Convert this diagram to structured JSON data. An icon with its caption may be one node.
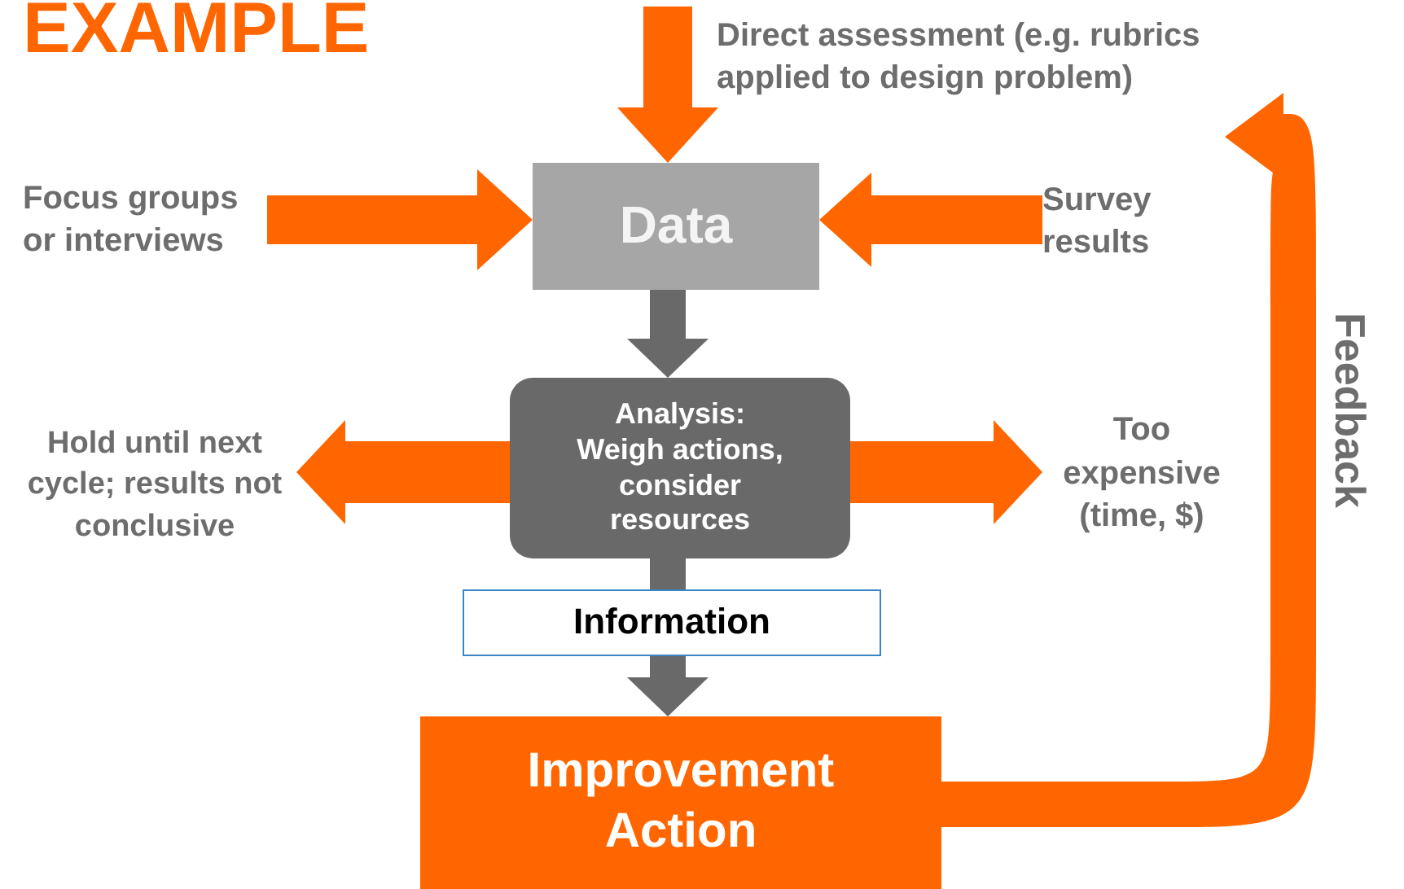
{
  "diagram": {
    "title": "EXAMPLE",
    "nodes": [
      {
        "text": [
          "Direct assessment (e.g. rubrics applied to design problem)"
        ]
      },
      {
        "text": [
          "Focus groups or interviews"
        ]
      },
      {
        "text": [
          "Data"
        ]
      },
      {
        "text": [
          "Survey results"
        ]
      },
      {
        "text": [
          "Analysis: Weigh actions, consider resources"
        ]
      },
      {
        "text": [
          "Hold until next cycle; results not conclusive"
        ]
      },
      {
        "text": [
          "Too expensive (time, $)"
        ]
      },
      {
        "text": [
          "Information"
        ]
      },
      {
        "text": [
          "Improvement Action"
        ]
      }
    ],
    "edges": [
      {
        "from": null,
        "to": 2,
        "arrow": "to"
      },
      {
        "from": 1,
        "to": 2,
        "arrow": "to"
      },
      {
        "from": 3,
        "to": 2,
        "arrow": "to"
      },
      {
        "from": 2,
        "to": 4,
        "arrow": "to",
        "color": "#696969"
      },
      {
        "from": 4,
        "to": 7,
        "arrow": "none",
        "color": "#696969"
      },
      {
        "from": 7,
        "to": 8,
        "arrow": "to",
        "color": "#696969"
      },
      {
        "from": 4,
        "to": 5,
        "arrow": "to"
      },
      {
        "from": 4,
        "to": 6,
        "arrow": "to"
      },
      {
        "from": 8,
        "to": null,
        "arrow": "to",
        "label": "Feedback"
      }
    ]
  }
}
